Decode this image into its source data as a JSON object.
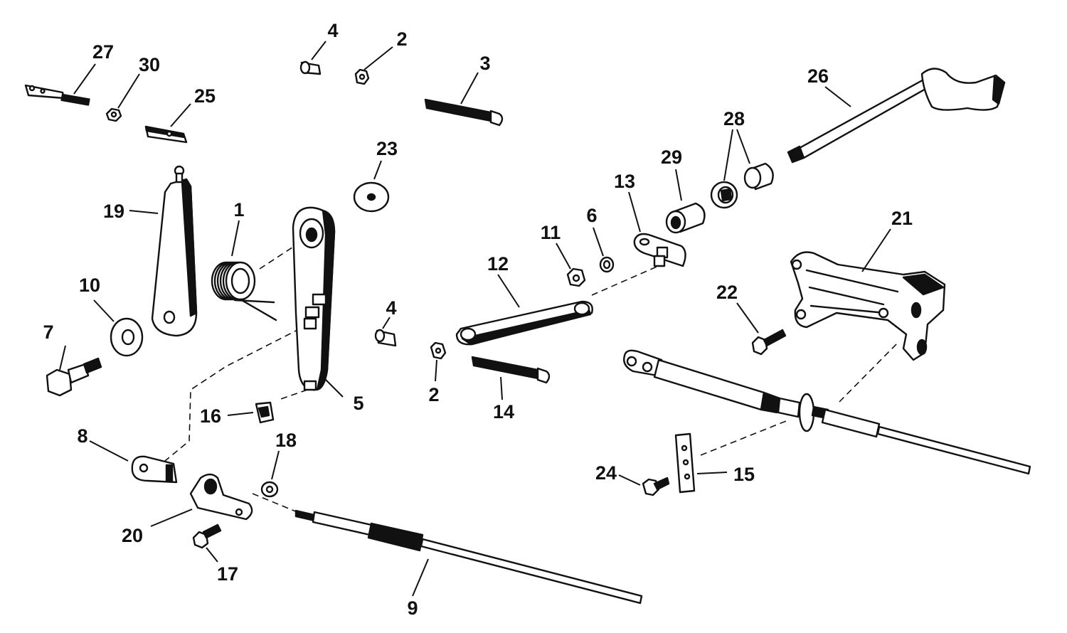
{
  "callouts": [
    {
      "id": "c1",
      "text": "1"
    },
    {
      "id": "c2a",
      "text": "2"
    },
    {
      "id": "c2b",
      "text": "2"
    },
    {
      "id": "c3",
      "text": "3"
    },
    {
      "id": "c4a",
      "text": "4"
    },
    {
      "id": "c4b",
      "text": "4"
    },
    {
      "id": "c5",
      "text": "5"
    },
    {
      "id": "c6",
      "text": "6"
    },
    {
      "id": "c7",
      "text": "7"
    },
    {
      "id": "c8",
      "text": "8"
    },
    {
      "id": "c9",
      "text": "9"
    },
    {
      "id": "c10",
      "text": "10"
    },
    {
      "id": "c11",
      "text": "11"
    },
    {
      "id": "c12",
      "text": "12"
    },
    {
      "id": "c13",
      "text": "13"
    },
    {
      "id": "c14",
      "text": "14"
    },
    {
      "id": "c15",
      "text": "15"
    },
    {
      "id": "c16",
      "text": "16"
    },
    {
      "id": "c17",
      "text": "17"
    },
    {
      "id": "c18",
      "text": "18"
    },
    {
      "id": "c19",
      "text": "19"
    },
    {
      "id": "c20",
      "text": "20"
    },
    {
      "id": "c21",
      "text": "21"
    },
    {
      "id": "c22",
      "text": "22"
    },
    {
      "id": "c23",
      "text": "23"
    },
    {
      "id": "c24",
      "text": "24"
    },
    {
      "id": "c25",
      "text": "25"
    },
    {
      "id": "c26",
      "text": "26"
    },
    {
      "id": "c27",
      "text": "27"
    },
    {
      "id": "c28",
      "text": "28"
    },
    {
      "id": "c29",
      "text": "29"
    },
    {
      "id": "c30",
      "text": "30"
    }
  ],
  "colors": {
    "ink": "#111111",
    "paper": "#ffffff"
  }
}
